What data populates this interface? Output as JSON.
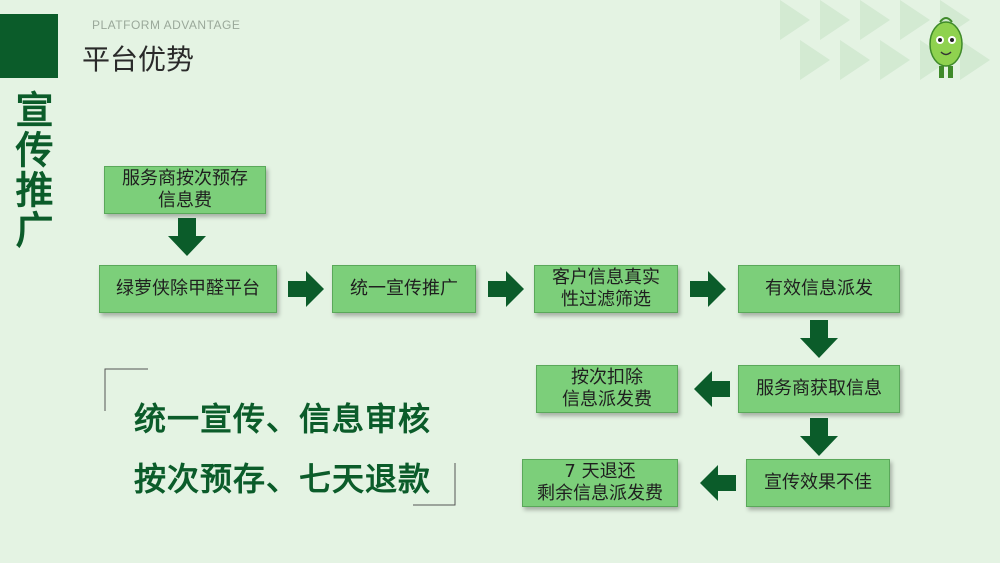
{
  "header": {
    "vertical_title": "宣传推广",
    "subtitle_en": "PLATFORM ADVANTAGE",
    "title": "平台优势"
  },
  "flow": {
    "prepay": "服务商按次预存\n信息费",
    "platform": "绿萝侠除甲醛平台",
    "promotion": "统一宣传推广",
    "screening": "客户信息真实\n性过滤筛选",
    "dispatch": "有效信息派发",
    "acquire": "服务商获取信息",
    "deduct": "按次扣除\n信息派发费",
    "poor_result": "宣传效果不佳",
    "refund": "7 天退还\n剩余信息派发费"
  },
  "slogans": {
    "line1": "统一宣传、信息审核",
    "line2": "按次预存、七天退款"
  },
  "colors": {
    "box_fill": "#7ccf7a",
    "arrow": "#0b5c2a",
    "accent": "#0b5c2a",
    "background": "#e4f3e3"
  }
}
